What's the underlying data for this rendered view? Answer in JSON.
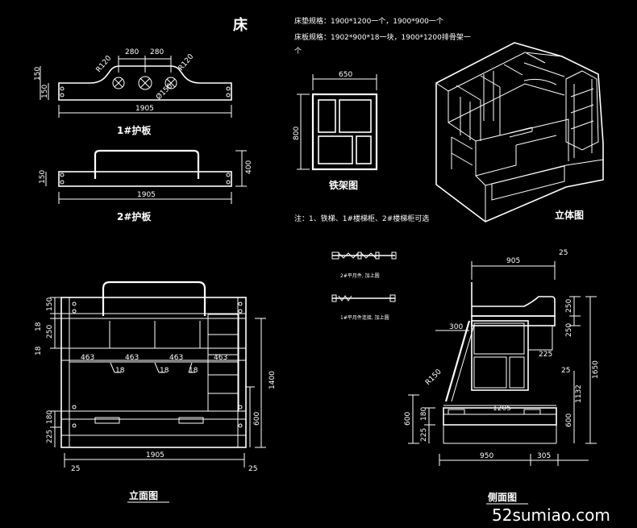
{
  "title": "床",
  "notes": {
    "line1": "床垫规格：1900*1200一个，1900*900一个",
    "line2": "床板规格：1902*900*18一块，1900*1200排骨架一",
    "line3": "个",
    "footnote": "注：1、铁梯、1#楼梯柜、2#楼梯柜可选"
  },
  "views": {
    "guard1": "1#护板",
    "guard2": "2#护板",
    "frame": "铁架图",
    "iso": "立体图",
    "front": "立面图",
    "side": "侧面图"
  },
  "bolts": {
    "b1": "2#平月件, 加上圆",
    "b2": "1#平月件连接, 加上圆"
  },
  "dims": {
    "g1_280a": "280",
    "g1_280b": "280",
    "g1_150a": "150",
    "g1_150b": "150",
    "g1_r120a": "R120",
    "g1_r120b": "R120",
    "g1_r50": "Ø150",
    "g1_1905": "1905",
    "g2_150": "150",
    "g2_400": "400",
    "g2_1905": "1905",
    "fr_650": "650",
    "fr_800": "800",
    "fv_150": "150",
    "fv_18a": "18",
    "fv_250": "250",
    "fv_18b": "18",
    "fv_463a": "463",
    "fv_463b": "463",
    "fv_463c": "463",
    "fv_463d": "463",
    "fv_18c": "18",
    "fv_18d": "18",
    "fv_18e": "18",
    "fv_1400": "1400",
    "fv_600": "600",
    "fv_180": "180",
    "fv_225": "225",
    "fv_1905": "1905",
    "fv_25a": "25",
    "fv_25b": "25",
    "sv_905": "905",
    "sv_25a": "25",
    "sv_300": "300",
    "sv_250a": "250",
    "sv_250b": "250",
    "sv_225a": "225",
    "sv_25b": "25",
    "sv_1650": "1650",
    "sv_1132": "1132",
    "sv_r150": "R150",
    "sv_1205": "1205",
    "sv_600a": "600",
    "sv_180": "180",
    "sv_225b": "225",
    "sv_600b": "600",
    "sv_950": "950",
    "sv_305": "305"
  },
  "watermark": "52sumiao.com"
}
